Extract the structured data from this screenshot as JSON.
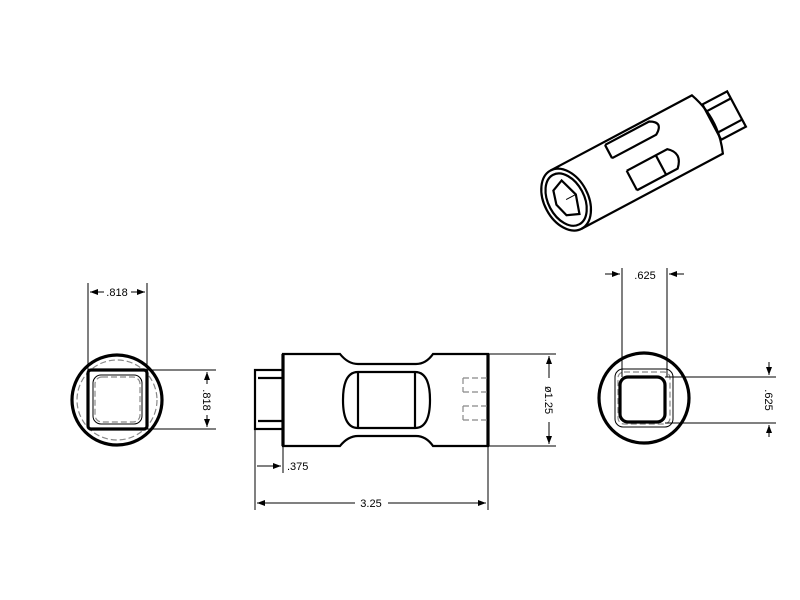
{
  "drawing": {
    "views": [
      "end-view-drive",
      "side-view",
      "end-view-socket",
      "isometric-view"
    ],
    "dimensions": {
      "drive_width": ".818",
      "drive_height": ".818",
      "stub_length": ".375",
      "overall_length": "3.25",
      "diameter": "ø1.25",
      "socket_width": ".625",
      "socket_height": ".625"
    }
  }
}
